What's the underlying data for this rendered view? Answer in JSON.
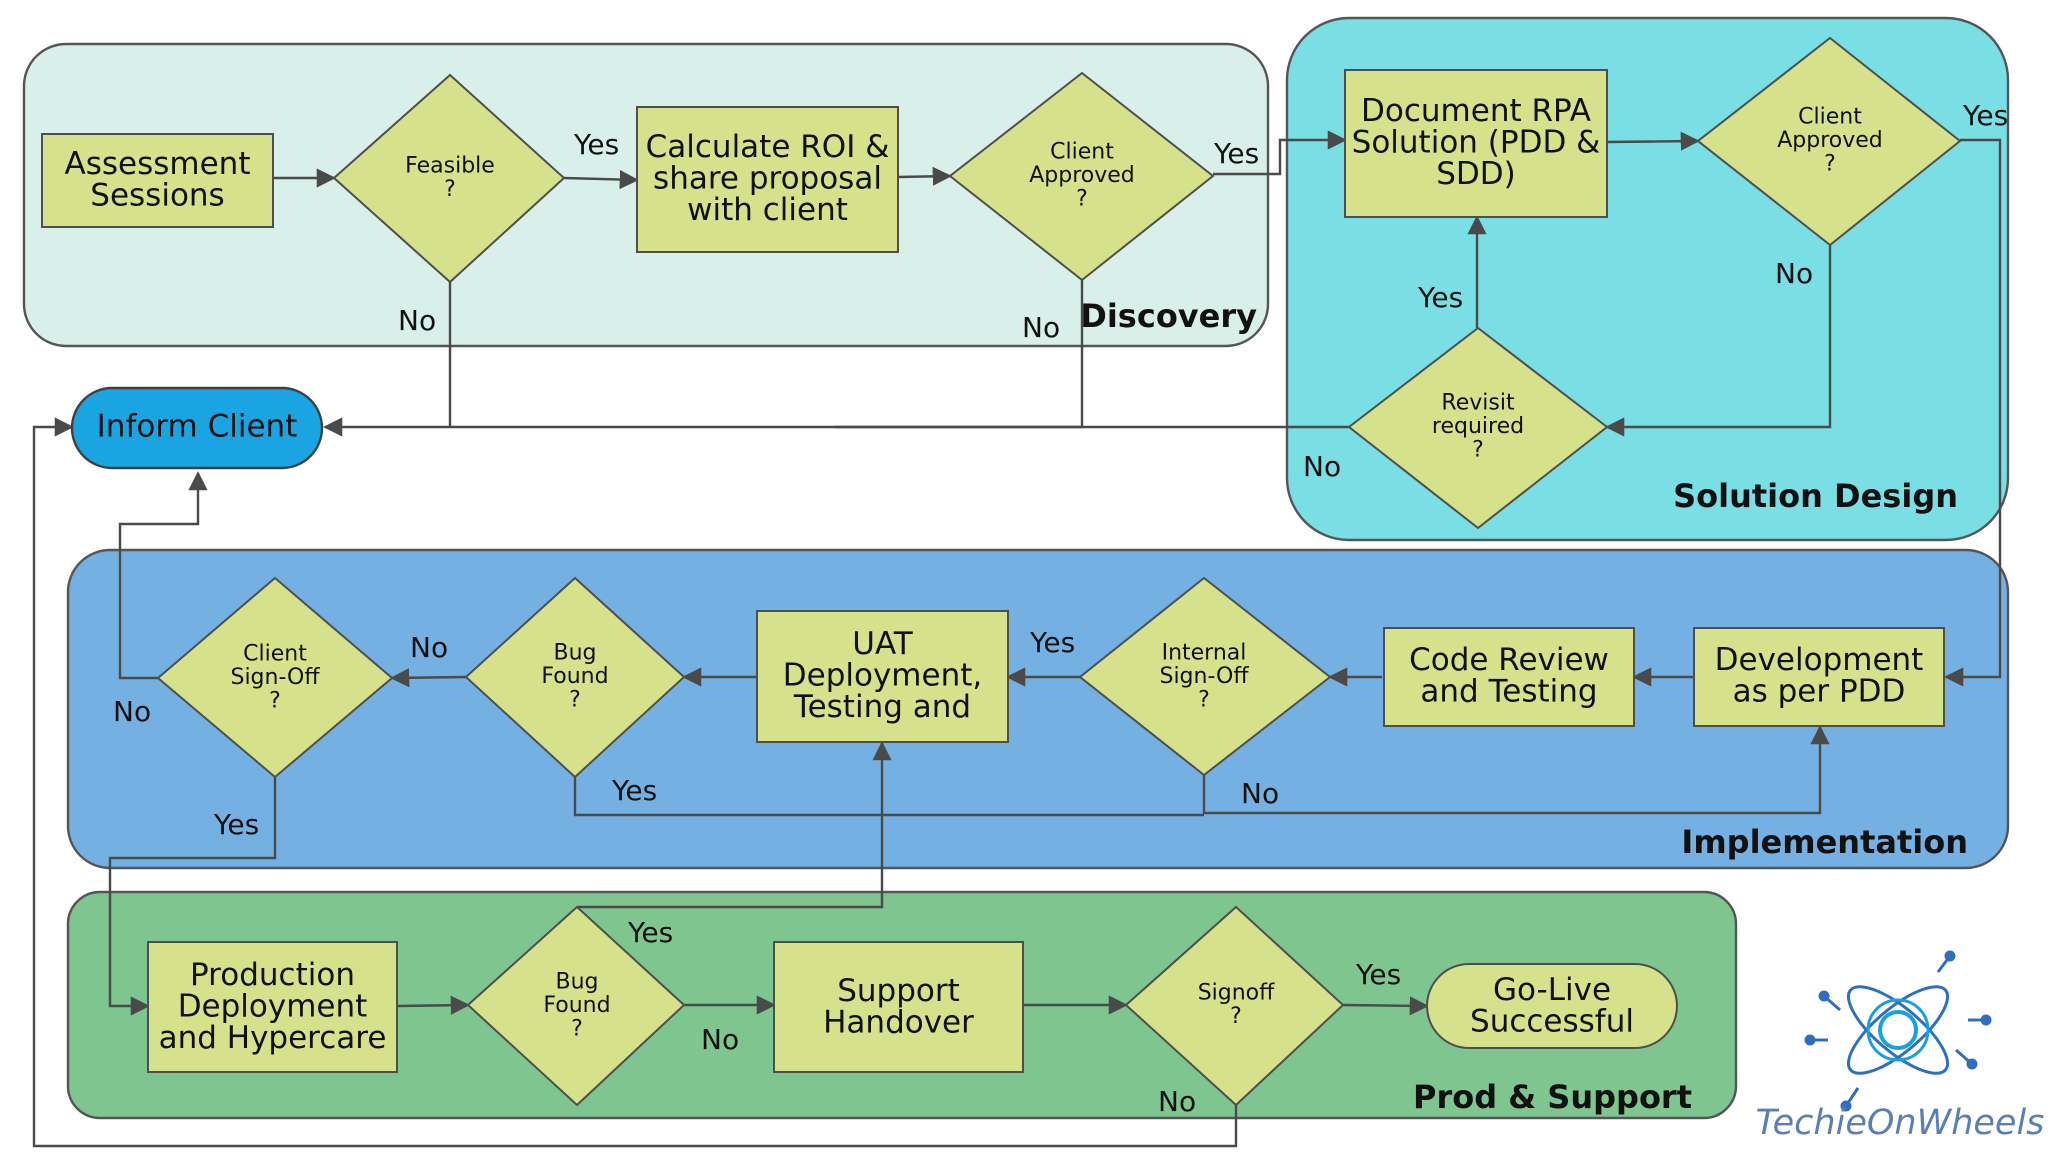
{
  "colors": {
    "discovery": "#d9f0ea",
    "solution_design": "#79dfe4",
    "implementation": "#74b1e2",
    "prod_support": "#7fc590",
    "node": "#d6e28b",
    "inform_client": "#1aa5e2",
    "brand": "#5b7fb4"
  },
  "lanes": {
    "discovery": "Discovery",
    "solution_design": "Solution Design",
    "implementation": "Implementation",
    "prod_support": "Prod & Support"
  },
  "nodes": {
    "assessment": [
      "Assessment",
      "Sessions"
    ],
    "feasible": [
      "Feasible",
      "?"
    ],
    "calculate_roi": [
      "Calculate ROI &",
      "share proposal",
      "with client"
    ],
    "client_approved_1": [
      "Client",
      "Approved",
      "?"
    ],
    "document_rpa": [
      "Document RPA",
      "Solution (PDD &",
      "SDD)"
    ],
    "client_approved_2": [
      "Client",
      "Approved",
      "?"
    ],
    "revisit": [
      "Revisit",
      "required",
      "?"
    ],
    "inform_client": [
      "Inform Client"
    ],
    "development": [
      "Development",
      "as per PDD"
    ],
    "code_review": [
      "Code Review",
      "and Testing"
    ],
    "internal_signoff": [
      "Internal",
      "Sign-Off",
      "?"
    ],
    "uat": [
      "UAT",
      "Deployment,",
      "Testing and"
    ],
    "bug_found_1": [
      "Bug",
      "Found",
      "?"
    ],
    "client_signoff": [
      "Client",
      "Sign-Off",
      "?"
    ],
    "production": [
      "Production",
      "Deployment",
      "and Hypercare"
    ],
    "bug_found_2": [
      "Bug",
      "Found",
      "?"
    ],
    "support_handover": [
      "Support",
      "Handover"
    ],
    "signoff": [
      "Signoff",
      "?"
    ],
    "go_live": [
      "Go-Live",
      "Successful"
    ]
  },
  "edge_labels": {
    "feasible_yes": "Yes",
    "feasible_no": "No",
    "approved1_yes": "Yes",
    "approved1_no": "No",
    "approved2_yes": "Yes",
    "approved2_no": "No",
    "revisit_yes": "Yes",
    "revisit_no": "No",
    "internal_yes": "Yes",
    "internal_no": "No",
    "bug1_no": "No",
    "bug1_yes": "Yes",
    "client_signoff_no": "No",
    "client_signoff_yes": "Yes",
    "bug2_yes": "Yes",
    "bug2_no": "No",
    "signoff_yes": "Yes",
    "signoff_no": "No"
  },
  "brand": {
    "name": "TechieOnWheels"
  },
  "icons": {
    "brand_logo": "circuit-atom-icon"
  }
}
